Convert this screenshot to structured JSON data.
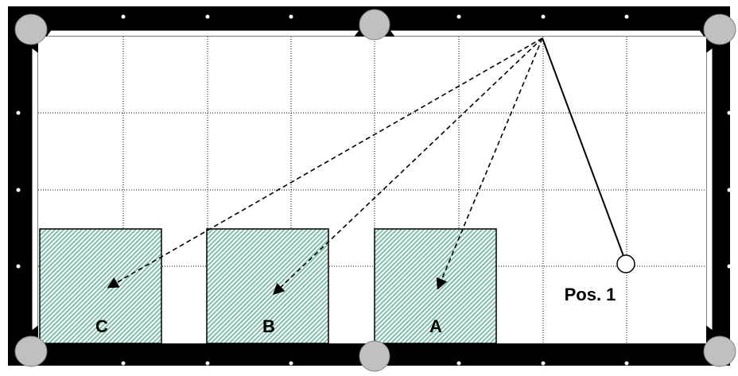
{
  "table": {
    "rail_color": "#000000",
    "cushion_color": "#ffffff",
    "cloth_color": "#ffffff",
    "grid": "dotted",
    "pocket_color": "#c0c0c0",
    "diamond_color": "#ffffff"
  },
  "cue_ball": {
    "label": "Pos. 1"
  },
  "target_zones": [
    {
      "label": "C",
      "fill_color": "#7fbfa8"
    },
    {
      "label": "B",
      "fill_color": "#7fbfa8"
    },
    {
      "label": "A",
      "fill_color": "#7fbfa8"
    }
  ],
  "shot_paths": {
    "cue_path": "solid",
    "ball_paths": "dashed-arrow"
  }
}
